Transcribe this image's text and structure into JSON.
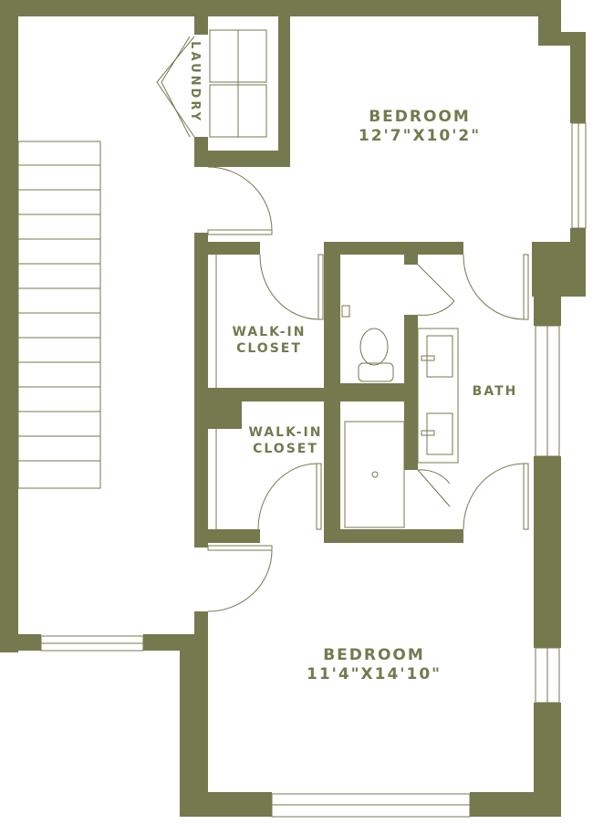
{
  "colors": {
    "wall": "#75794e",
    "line": "#75794e",
    "background": "#ffffff"
  },
  "rooms": {
    "laundry": {
      "label": "LAUNDRY"
    },
    "bedroom_top": {
      "label": "BEDROOM",
      "dimensions": "12'7\"X10'2\""
    },
    "closet_top": {
      "label_line1": "WALK-IN",
      "label_line2": "CLOSET"
    },
    "closet_bottom": {
      "label_line1": "WALK-IN",
      "label_line2": "CLOSET"
    },
    "bath": {
      "label": "BATH"
    },
    "bedroom_bottom": {
      "label": "BEDROOM",
      "dimensions": "11'4\"X14'10\""
    }
  }
}
